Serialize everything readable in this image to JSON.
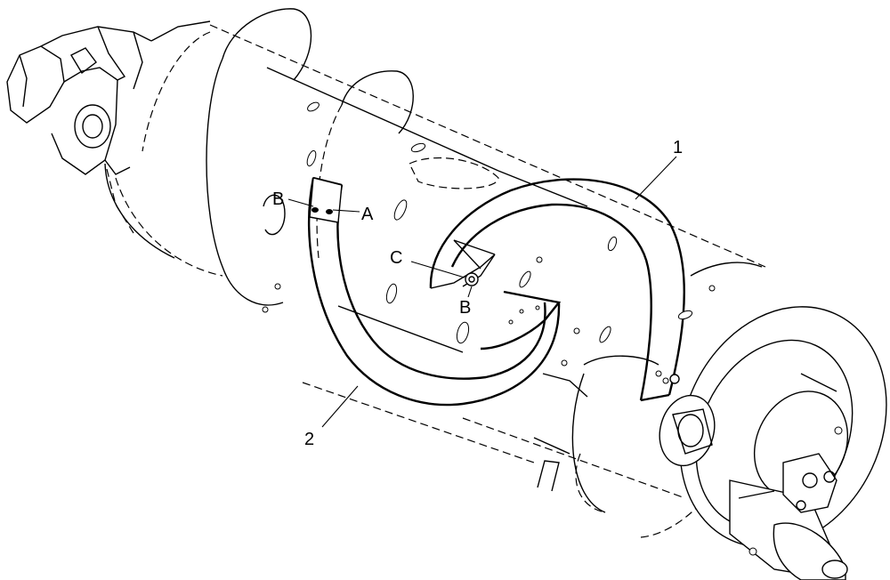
{
  "callouts": {
    "item_1": "1",
    "item_2": "2",
    "label_a": "A",
    "label_b_upper": "B",
    "label_b_lower": "B",
    "label_c": "C"
  }
}
